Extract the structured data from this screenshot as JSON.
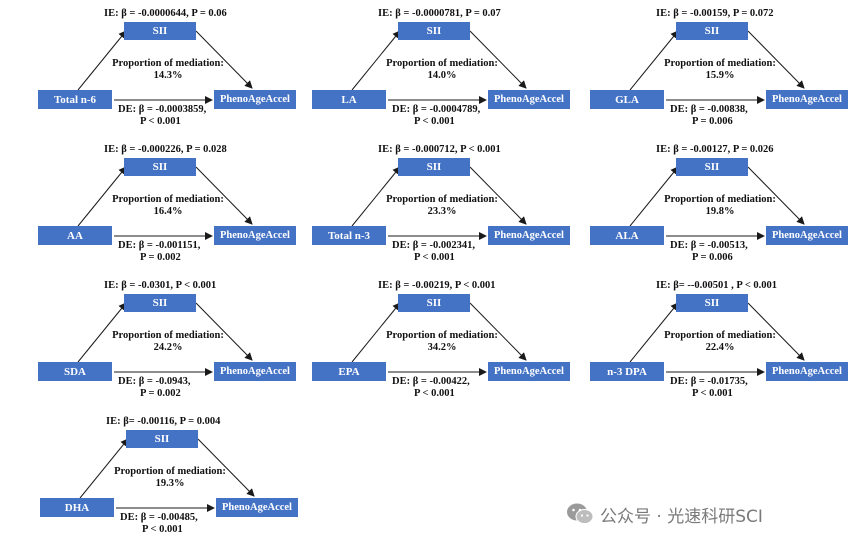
{
  "panels": [
    {
      "exposure": "Total n-6",
      "mediator": "SII",
      "outcome": "PhenoAgeAccel",
      "ie_beta": "IE: β = -0.0000644, ",
      "ie_p": "P = 0.06",
      "prop_label": "Proportion of mediation:",
      "prop_value": "14.3%",
      "de_beta": "DE: β = -0.0003859,",
      "de_p": "P < 0.001"
    },
    {
      "exposure": "LA",
      "mediator": "SII",
      "outcome": "PhenoAgeAccel",
      "ie_beta": "IE: β = -0.0000781, ",
      "ie_p": "P = 0.07",
      "prop_label": "Proportion of mediation:",
      "prop_value": "14.0%",
      "de_beta": "DE: β = -0.0004789,",
      "de_p": "P < 0.001"
    },
    {
      "exposure": "GLA",
      "mediator": "SII",
      "outcome": "PhenoAgeAccel",
      "ie_beta": "IE: β = -0.00159, ",
      "ie_p": "P = 0.072",
      "prop_label": "Proportion of mediation:",
      "prop_value": "15.9%",
      "de_beta": "DE: β = -0.00838,",
      "de_p": "P = 0.006"
    },
    {
      "exposure": "AA",
      "mediator": "SII",
      "outcome": "PhenoAgeAccel",
      "ie_beta": "IE: β = -0.000226, ",
      "ie_p": "P = 0.028",
      "prop_label": "Proportion of mediation:",
      "prop_value": "16.4%",
      "de_beta": "DE: β = -0.001151,",
      "de_p": "P = 0.002"
    },
    {
      "exposure": "Total n-3",
      "mediator": "SII",
      "outcome": "PhenoAgeAccel",
      "ie_beta": "IE: β = -0.000712, ",
      "ie_p": "P < 0.001",
      "prop_label": "Proportion of mediation:",
      "prop_value": "23.3%",
      "de_beta": "DE: β = -0.002341,",
      "de_p": "P < 0.001"
    },
    {
      "exposure": "ALA",
      "mediator": "SII",
      "outcome": "PhenoAgeAccel",
      "ie_beta": "IE: β = -0.00127, ",
      "ie_p": "P = 0.026",
      "prop_label": "Proportion of mediation:",
      "prop_value": "19.8%",
      "de_beta": "DE: β = -0.00513,",
      "de_p": "P = 0.006"
    },
    {
      "exposure": "SDA",
      "mediator": "SII",
      "outcome": "PhenoAgeAccel",
      "ie_beta": "IE: β = -0.0301, ",
      "ie_p": "P < 0.001",
      "prop_label": "Proportion of mediation:",
      "prop_value": "24.2%",
      "de_beta": "DE: β = -0.0943,",
      "de_p": "P = 0.002"
    },
    {
      "exposure": "EPA",
      "mediator": "SII",
      "outcome": "PhenoAgeAccel",
      "ie_beta": "IE: β = -0.00219, ",
      "ie_p": "P < 0.001",
      "prop_label": "Proportion of mediation:",
      "prop_value": "34.2%",
      "de_beta": "DE: β = -0.00422,",
      "de_p": "P < 0.001"
    },
    {
      "exposure": "n-3 DPA",
      "mediator": "SII",
      "outcome": "PhenoAgeAccel",
      "ie_beta": "IE: β= --0.00501 , ",
      "ie_p": "P < 0.001",
      "prop_label": "Proportion of mediation:",
      "prop_value": "22.4%",
      "de_beta": "DE: β = -0.01735,",
      "de_p": "P < 0.001"
    },
    {
      "exposure": "DHA",
      "mediator": "SII",
      "outcome": "PhenoAgeAccel",
      "ie_beta": "IE: β= -0.00116, ",
      "ie_p": "P = 0.004",
      "prop_label": "Proportion of mediation:",
      "prop_value": "19.3%",
      "de_beta": "DE: β = -0.00485,",
      "de_p": "P < 0.001"
    }
  ],
  "watermark": {
    "text": "公众号 · 光速科研SCI",
    "icon": "wechat-icon"
  },
  "colors": {
    "box_fill": "#4472c4",
    "box_text": "#ffffff",
    "arrow": "#1a1a1a"
  }
}
